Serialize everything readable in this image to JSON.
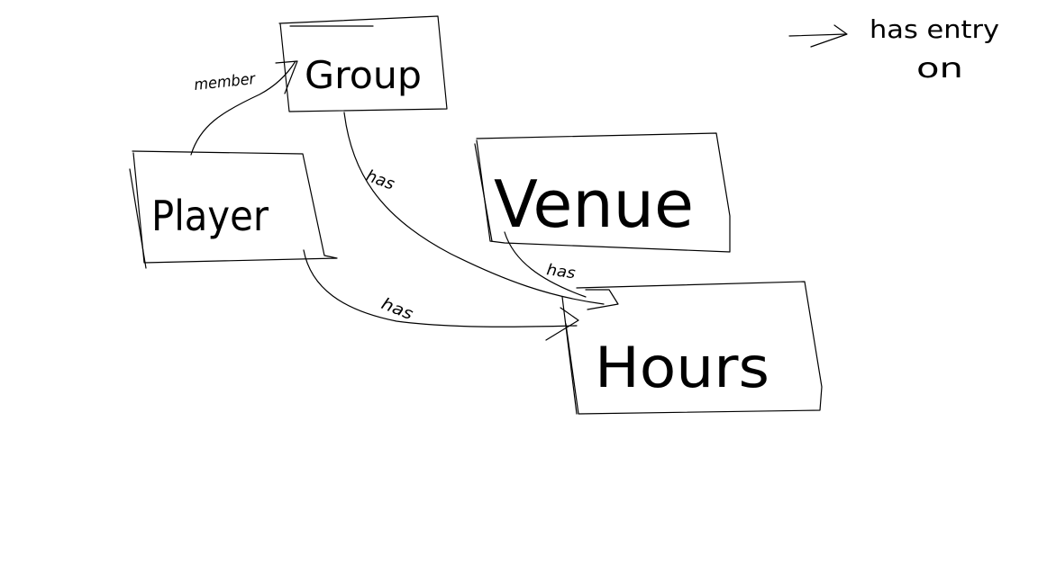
{
  "nodes": {
    "group": {
      "label": "Group"
    },
    "player": {
      "label": "Player"
    },
    "venue": {
      "label": "Venue"
    },
    "hours": {
      "label": "Hours"
    }
  },
  "edges": {
    "player_group": {
      "label": "member"
    },
    "group_hours": {
      "label": "has"
    },
    "venue_hours": {
      "label": "has"
    },
    "player_hours": {
      "label": "has"
    }
  },
  "legend": {
    "line1": "has entry",
    "line2": "on"
  },
  "colors": {
    "ink": "#000000",
    "background": "#ffffff"
  }
}
